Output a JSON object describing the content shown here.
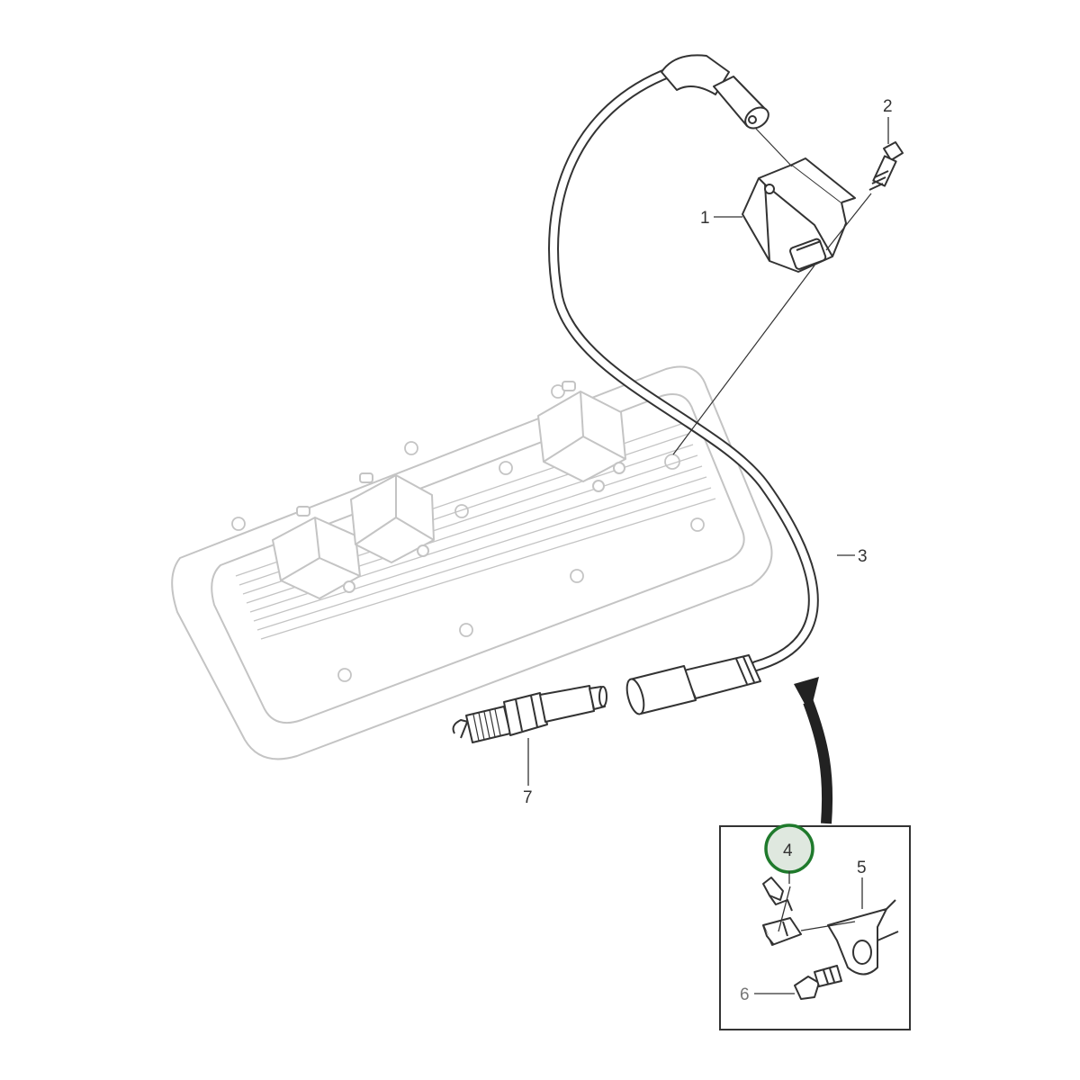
{
  "callouts": {
    "c1": "1",
    "c2": "2",
    "c3": "3",
    "c4": "4",
    "c5": "5",
    "c6": "6",
    "c7": "7"
  },
  "colors": {
    "line": "#333333",
    "faded": "#c4c4c4",
    "highlight_ring": "#1f7a2c",
    "highlight_fill": "#dfe8df",
    "arrow": "#222222"
  }
}
